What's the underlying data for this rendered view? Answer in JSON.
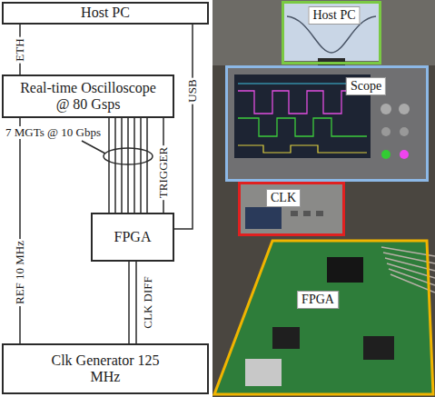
{
  "diagram": {
    "nodes": [
      {
        "text": [
          "Host PC"
        ]
      },
      {
        "text": [
          "Real-time Oscilloscope @ 80 Gsps"
        ]
      },
      {
        "text": [
          "FPGA"
        ]
      },
      {
        "text": [
          "Clk Generator 125 MHz"
        ]
      },
      {
        "text": [
          "Host PC"
        ]
      },
      {
        "text": [
          "Scope"
        ]
      },
      {
        "text": [
          "CLK"
        ]
      },
      {
        "text": [
          "FPGA"
        ]
      }
    ],
    "edges": [
      {
        "from": 0,
        "to": 1,
        "arrow": "none",
        "label": "ETH"
      },
      {
        "from": 0,
        "to": 2,
        "arrow": "none",
        "label": "USB"
      },
      {
        "from": 1,
        "to": 2,
        "arrow": "none",
        "label": "7 MGTs @ 10 Gbps"
      },
      {
        "from": 1,
        "to": 2,
        "arrow": "none",
        "label": "TRIGGER"
      },
      {
        "from": 3,
        "to": 1,
        "arrow": "none",
        "label": "REF 10 MHz"
      },
      {
        "from": 2,
        "to": 3,
        "arrow": "none",
        "label": "CLK DIFF"
      }
    ]
  }
}
